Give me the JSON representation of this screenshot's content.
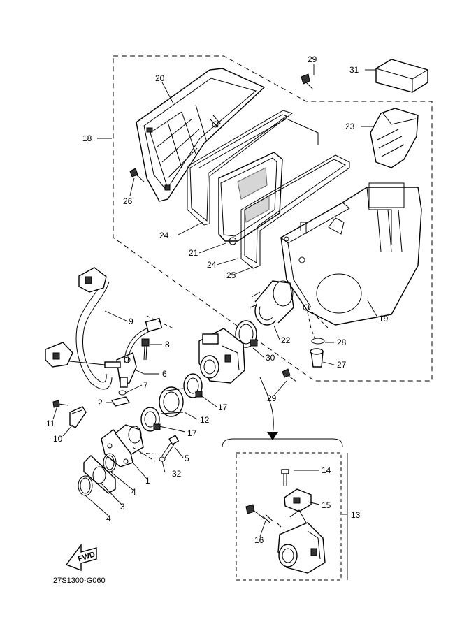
{
  "diagram": {
    "code": "27S1300-G060",
    "fwd_label": "FWD",
    "labels": {
      "p1": "1",
      "p2": "2",
      "p3": "3",
      "p4a": "4",
      "p4b": "4",
      "p5": "5",
      "p6": "6",
      "p7": "7",
      "p8": "8",
      "p9": "9",
      "p10": "10",
      "p11": "11",
      "p12": "12",
      "p13": "13",
      "p14": "14",
      "p15": "15",
      "p16": "16",
      "p17a": "17",
      "p17b": "17",
      "p18": "18",
      "p19": "19",
      "p20": "20",
      "p21": "21",
      "p22": "22",
      "p23": "23",
      "p24a": "24",
      "p24b": "24",
      "p25": "25",
      "p26": "26",
      "p27": "27",
      "p28": "28",
      "p29a": "29",
      "p29b": "29",
      "p30": "30",
      "p31": "31",
      "p32": "32"
    }
  }
}
